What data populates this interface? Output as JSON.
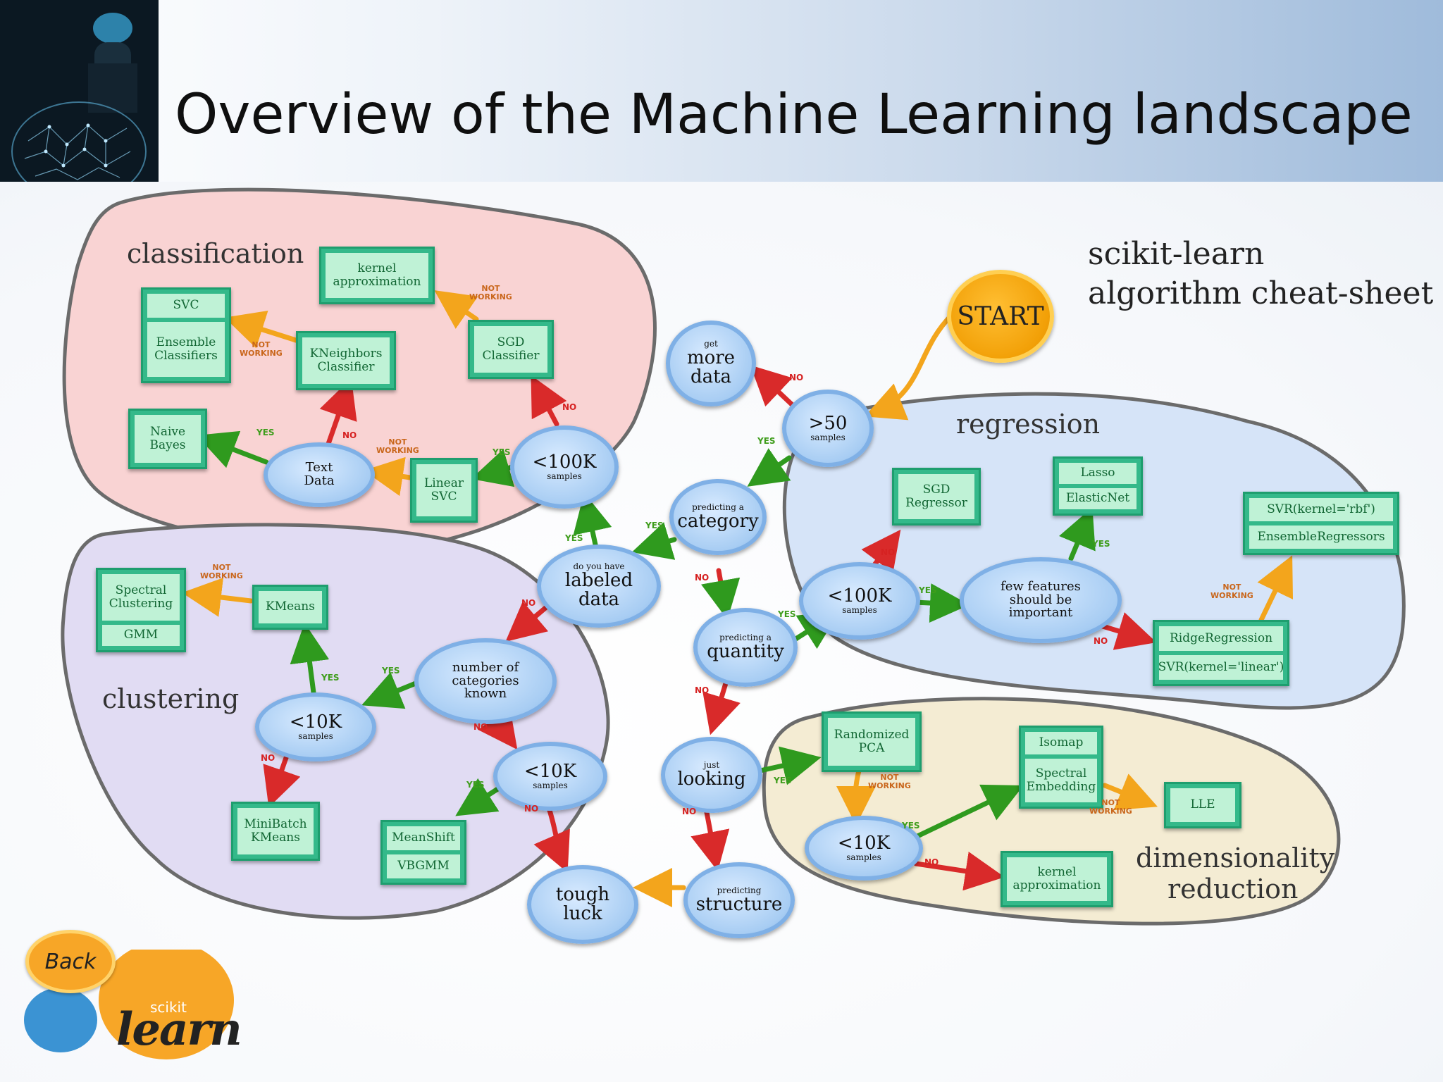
{
  "slide": {
    "title": "Overview of the Machine Learning landscape"
  },
  "cheat_sheet": {
    "title_line1": "scikit-learn",
    "title_line2": "algorithm cheat-sheet",
    "start": "START"
  },
  "regions": {
    "classification": "classification",
    "regression": "regression",
    "clustering": "clustering",
    "dimensionality_line1": "dimensionality",
    "dimensionality_line2": "reduction"
  },
  "ovals": {
    "more_data": {
      "small": "get",
      "line1": "more",
      "line2": "data"
    },
    "gt50": {
      "big": ">50",
      "small": "samples"
    },
    "category": {
      "small": "predicting a",
      "big": "category"
    },
    "labeled": {
      "small": "do you have",
      "line1": "labeled",
      "line2": "data"
    },
    "class_100k": {
      "big": "<100K",
      "small": "samples"
    },
    "text_data": {
      "line1": "Text",
      "line2": "Data"
    },
    "quantity": {
      "small": "predicting a",
      "big": "quantity"
    },
    "reg_100k": {
      "big": "<100K",
      "small": "samples"
    },
    "few_features": {
      "line1": "few features",
      "line2": "should be",
      "line3": "important"
    },
    "num_categories": {
      "line1": "number of",
      "line2": "categories",
      "line3": "known"
    },
    "clu_10k_left": {
      "big": "<10K",
      "small": "samples"
    },
    "clu_10k_right": {
      "big": "<10K",
      "small": "samples"
    },
    "tough_luck": {
      "line1": "tough",
      "line2": "luck"
    },
    "looking": {
      "small": "just",
      "big": "looking"
    },
    "structure": {
      "small": "predicting",
      "big": "structure"
    },
    "dim_10k": {
      "big": "<10K",
      "small": "samples"
    }
  },
  "estimators": {
    "kernel_approx_class": "kernel approximation",
    "svc": "SVC",
    "ensemble_classifiers": "Ensemble Classifiers",
    "kneighbors": "KNeighbors Classifier",
    "sgd_classifier": "SGD Classifier",
    "naive_bayes": "Naive Bayes",
    "linear_svc": "Linear SVC",
    "sgd_regressor": "SGD Regressor",
    "lasso": "Lasso",
    "elasticnet": "ElasticNet",
    "svr_rbf": "SVR(kernel='rbf')",
    "ensemble_regressors": "EnsembleRegressors",
    "ridge": "RidgeRegression",
    "svr_linear": "SVR(kernel='linear')",
    "spectral_clustering": "Spectral Clustering",
    "gmm": "GMM",
    "kmeans": "KMeans",
    "minibatch_kmeans": "MiniBatch KMeans",
    "meanshift": "MeanShift",
    "vbgmm": "VBGMM",
    "randomized_pca": "Randomized PCA",
    "isomap": "Isomap",
    "spectral_embedding": "Spectral Embedding",
    "lle": "LLE",
    "kernel_approx_dim": "kernel approximation"
  },
  "edge_labels": {
    "yes": "YES",
    "no": "NO",
    "not": "NOT",
    "working": "WORKING"
  },
  "logo": {
    "back": "Back",
    "small": "scikit",
    "big": "learn"
  },
  "colors": {
    "yes_arrow": "#2f9a1e",
    "no_arrow": "#d92a2a",
    "not_working_arrow": "#f3a51c",
    "classification_fill": "#f9d3d3",
    "regression_fill": "#d6e4f8",
    "clustering_fill": "#e1dcf3",
    "dimensionality_fill": "#f4ecd3",
    "oval_border": "#7fb0e6",
    "box_border": "#34b98a",
    "box_fill": "#bff2d6"
  }
}
